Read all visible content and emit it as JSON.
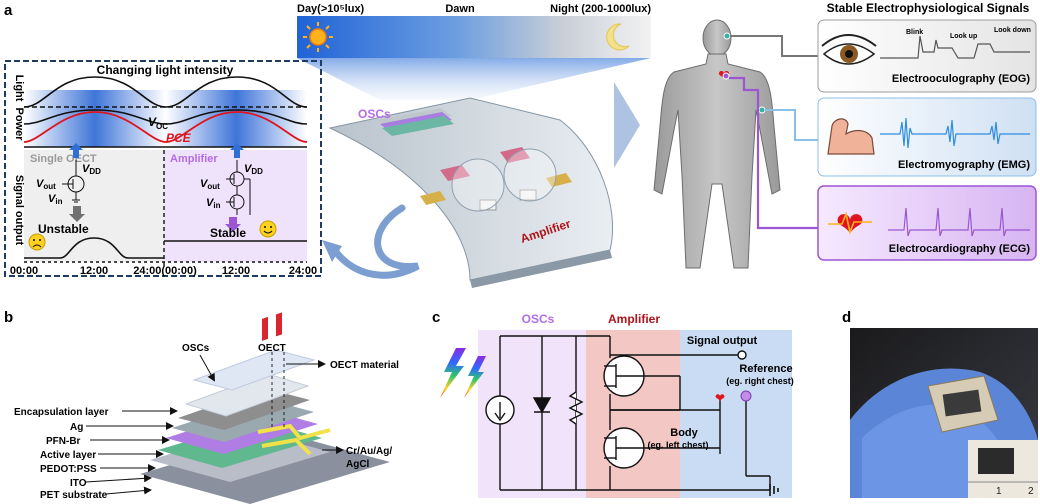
{
  "panel_letters": {
    "a": "a",
    "b": "b",
    "c": "c",
    "d": "d"
  },
  "sky": {
    "day": "Day(>10⁵lux)",
    "dawn": "Dawn",
    "night": "Night (200-1000lux)"
  },
  "graph": {
    "title": "Changing light intensity",
    "ylabel_light": "Light",
    "ylabel_power": "Power",
    "ylabel_signal": "Signal output",
    "voc": "V",
    "voc_sub": "OC",
    "pce": "PCE",
    "single_oect": "Single OECT",
    "amplifier": "Amplifier",
    "vdd": "V",
    "vdd_sub": "DD",
    "vout": "V",
    "vout_sub": "out",
    "vin": "V",
    "vin_sub": "in",
    "unstable": "Unstable",
    "stable": "Stable",
    "ticks": [
      "00:00",
      "12:00",
      "24:00(00:00)",
      "12:00",
      "24:00"
    ]
  },
  "device": {
    "oscs": "OSCs",
    "amplifier": "Amplifier"
  },
  "signals": {
    "title": "Stable Electrophysiological Signals",
    "eog": "Electrooculography (EOG)",
    "emg": "Electromyography (EMG)",
    "ecg": "Electrocardiography (ECG)",
    "blink": "Blink",
    "look_up": "Look up",
    "look_down": "Look down"
  },
  "layers": {
    "oscs": "OSCs",
    "oect": "OECT",
    "oect_material": "OECT material",
    "encapsulation": "Encapsulation layer",
    "ag": "Ag",
    "pfn": "PFN-Br",
    "active": "Active layer",
    "pedot": "PEDOT:PSS",
    "ito": "ITO",
    "pet": "PET substrate",
    "electrode": "Cr/Au/Ag/",
    "electrode2": "AgCl"
  },
  "circuit": {
    "oscs": "OSCs",
    "amplifier": "Amplifier",
    "signal_output": "Signal output",
    "reference": "Reference",
    "reference_sub": "(eg. right chest)",
    "body": "Body",
    "body_sub": "(eg. left chest)"
  },
  "photo": {
    "ruler1": "1",
    "ruler2": "2"
  },
  "colors": {
    "blue": "#2f6fd6",
    "red": "#e0141e",
    "purple": "#9b57d3",
    "violet_label": "#b46ce6",
    "dark_red": "#b0141b",
    "osc_bg": "#f1e4fa",
    "amp_bg": "#f3c8c4",
    "sig_bg": "#c9dcf4"
  }
}
